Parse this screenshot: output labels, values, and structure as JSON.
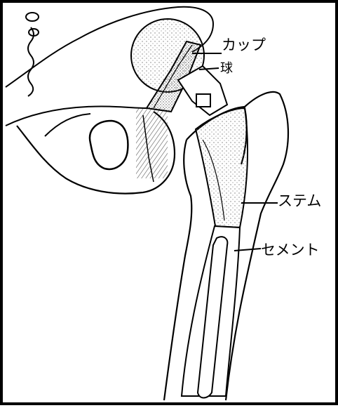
{
  "labels": {
    "cup": "カップ",
    "ball": "球",
    "stem": "ステム",
    "cement": "セメント"
  },
  "colors": {
    "ink": "#000000",
    "background": "#ffffff",
    "stipple": "#777777"
  }
}
